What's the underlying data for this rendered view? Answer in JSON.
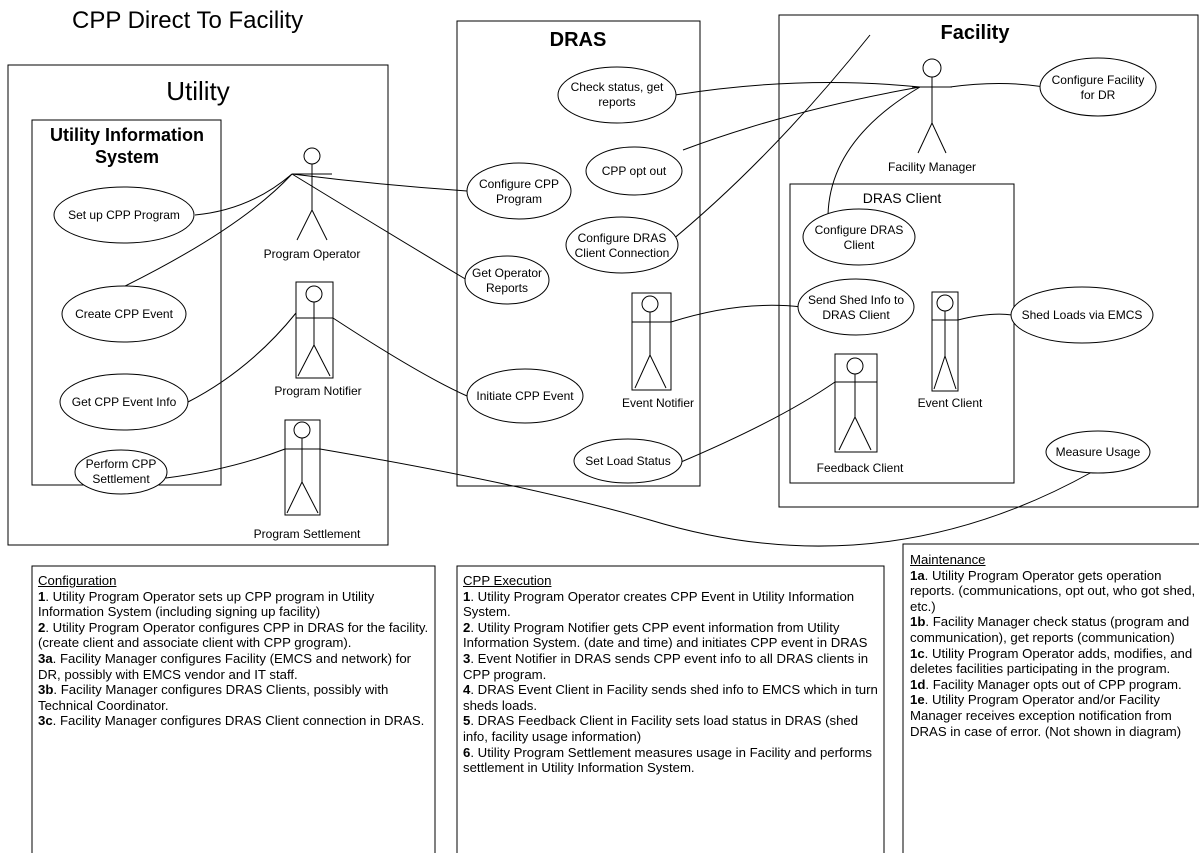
{
  "page_title": "CPP Direct To Facility",
  "boxes": {
    "utility": "Utility",
    "uis_line1": "Utility Information",
    "uis_line2": "System",
    "dras": "DRAS",
    "facility": "Facility",
    "dras_client": "DRAS Client"
  },
  "actors": {
    "program_operator": "Program Operator",
    "program_notifier": "Program Notifier",
    "program_settlement": "Program Settlement",
    "event_notifier": "Event Notifier",
    "facility_manager": "Facility Manager",
    "event_client": "Event Client",
    "feedback_client": "Feedback Client"
  },
  "use_cases": {
    "setup_cpp": [
      "Set up CPP Program"
    ],
    "create_event": [
      "Create CPP Event"
    ],
    "get_event_info": [
      "Get CPP Event Info"
    ],
    "perform_settlement": [
      "Perform CPP",
      "Settlement"
    ],
    "check_status": [
      "Check status, get",
      "reports"
    ],
    "opt_out": [
      "CPP opt out"
    ],
    "configure_cpp": [
      "Configure CPP",
      "Program"
    ],
    "configure_dras_conn": [
      "Configure DRAS",
      "Client Connection"
    ],
    "get_operator_reports": [
      "Get Operator",
      "Reports"
    ],
    "initiate_event": [
      "Initiate CPP Event"
    ],
    "set_load_status": [
      "Set Load Status"
    ],
    "configure_facility": [
      "Configure Facility",
      "for DR"
    ],
    "configure_dras_client": [
      "Configure DRAS",
      "Client"
    ],
    "send_shed_info": [
      "Send Shed Info to",
      "DRAS Client"
    ],
    "shed_loads": [
      "Shed Loads via EMCS"
    ],
    "measure_usage": [
      "Measure Usage"
    ]
  },
  "notes": {
    "configuration": {
      "heading": "Configuration",
      "items": [
        {
          "num": "1",
          "text": ". Utility Program Operator sets up CPP program in Utility Information System (including signing up facility)"
        },
        {
          "num": "2",
          "text": ". Utility Program Operator configures CPP in DRAS for the facility. (create client and associate client with CPP grogram)."
        },
        {
          "num": "3a",
          "text": ". Facility Manager configures Facility (EMCS and network) for DR, possibly with EMCS vendor and IT staff."
        },
        {
          "num": "3b",
          "text": ". Facility Manager configures DRAS Clients, possibly with Technical Coordinator."
        },
        {
          "num": "3c",
          "text": ". Facility Manager configures DRAS Client connection in DRAS."
        }
      ]
    },
    "execution": {
      "heading": "CPP Execution",
      "items": [
        {
          "num": "1",
          "text": ". Utility Program Operator creates CPP Event in Utility Information System."
        },
        {
          "num": "2",
          "text": ". Utility Program Notifier gets CPP event information from Utility Information System. (date and time) and initiates CPP event in DRAS"
        },
        {
          "num": "3",
          "text": ". Event Notifier in DRAS sends CPP event info to all DRAS clients in CPP program."
        },
        {
          "num": "4",
          "text": ". DRAS Event Client in Facility sends shed info to EMCS which in turn sheds loads."
        },
        {
          "num": "5",
          "text": ". DRAS Feedback Client in Facility sets load status in DRAS (shed info, facility usage information)"
        },
        {
          "num": "6",
          "text": ". Utility Program Settlement measures usage in Facility and performs settlement in Utility Information System."
        }
      ]
    },
    "maintenance": {
      "heading": "Maintenance",
      "items": [
        {
          "num": "1a",
          "text": ". Utility Program Operator gets operation reports. (communications, opt out, who got shed, etc.)"
        },
        {
          "num": "1b",
          "text": ". Facility Manager check status (program and communication), get reports (communication)"
        },
        {
          "num": "1c",
          "text": ". Utility Program Operator adds, modifies, and deletes facilities participating in the program."
        },
        {
          "num": "1d",
          "text": ". Facility Manager opts out of CPP program."
        },
        {
          "num": "1e",
          "text": ". Utility Program Operator and/or Facility Manager receives exception notification from DRAS in case of error. (Not shown in diagram)"
        }
      ]
    }
  }
}
